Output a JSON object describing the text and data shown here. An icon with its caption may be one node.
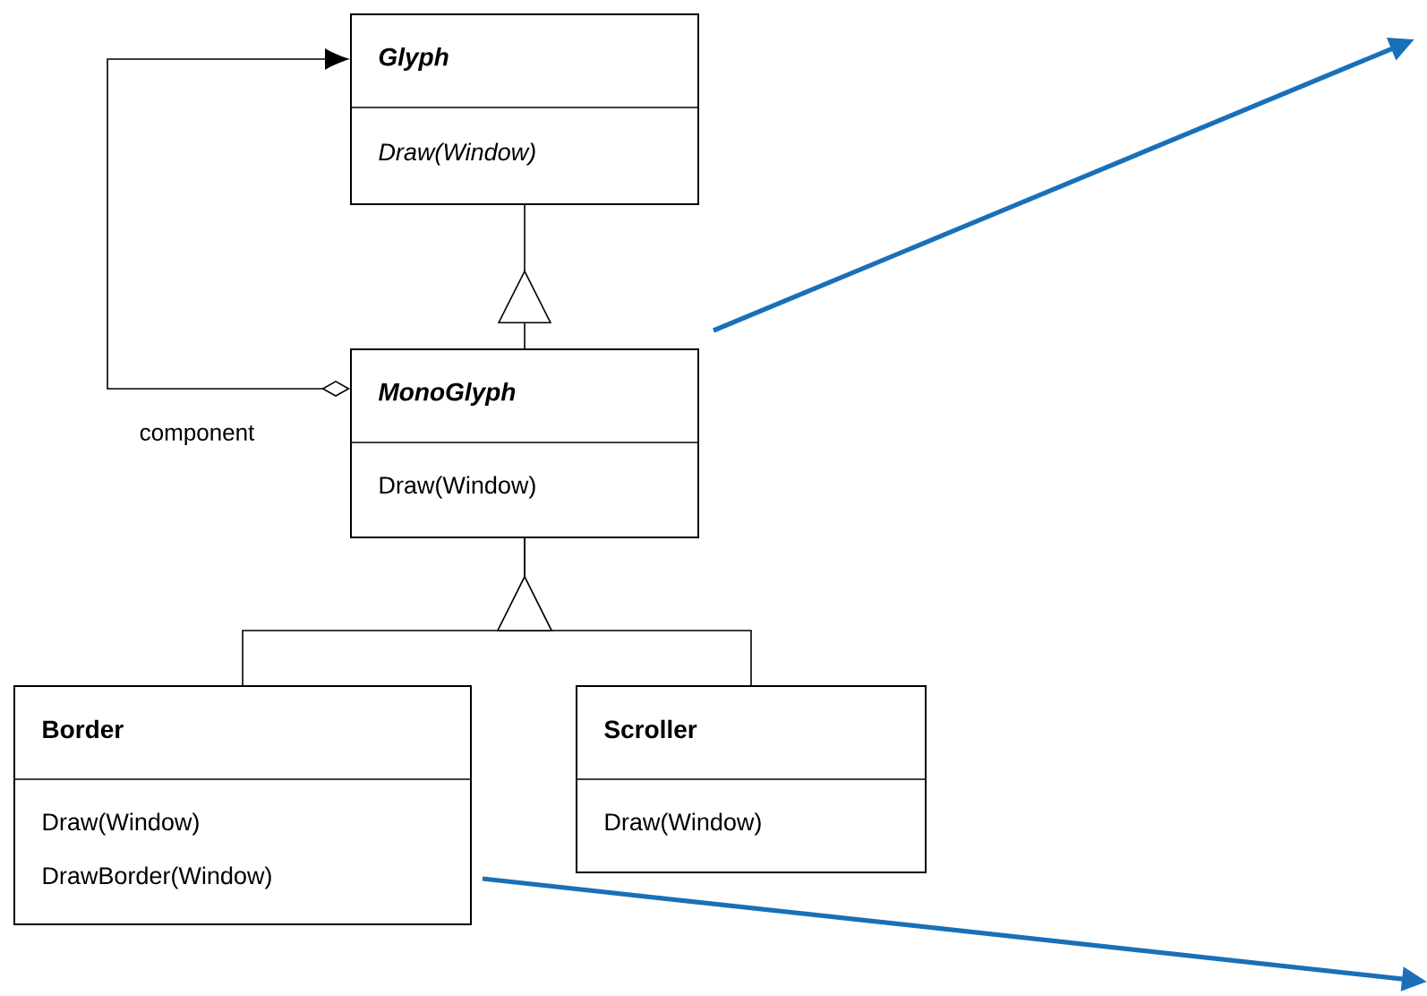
{
  "diagram": {
    "nodes": [
      {
        "text": [
          "Glyph",
          "Draw(Window)"
        ]
      },
      {
        "text": [
          "MonoGlyph",
          "Draw(Window)"
        ]
      },
      {
        "text": [
          "Border",
          "Draw(Window)",
          "DrawBorder(Window)"
        ]
      },
      {
        "text": [
          "Scroller",
          "Draw(Window)"
        ]
      }
    ],
    "edges": [
      {
        "from": 1,
        "to": 0,
        "arrow": "to"
      },
      {
        "from": 2,
        "to": 1,
        "arrow": "to"
      },
      {
        "from": 3,
        "to": 1,
        "arrow": "to"
      },
      {
        "from": 1,
        "to": 0,
        "arrow": "to",
        "label": "component"
      },
      {
        "from": 1,
        "to": null,
        "arrow": "to",
        "style": "thick",
        "color": "#1a70b8"
      },
      {
        "from": 2,
        "to": null,
        "arrow": "to",
        "style": "thick",
        "color": "#1a70b8"
      }
    ]
  }
}
